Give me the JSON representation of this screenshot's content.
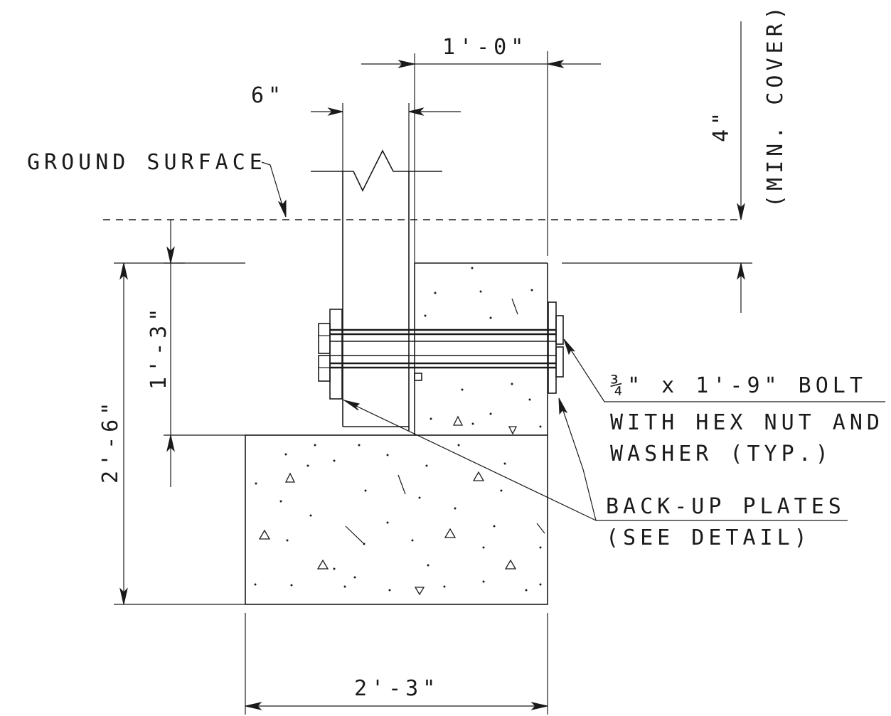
{
  "labels": {
    "ground_surface": "GROUND SURFACE",
    "dim_post_width": "6\"",
    "dim_stem_width": "1'-0\"",
    "dim_min_cover_value": "4\"",
    "dim_min_cover_note": "(MIN. COVER)",
    "dim_stem_height": "1'-3\"",
    "dim_total_height": "2'-6\"",
    "dim_footing_width": "2'-3\"",
    "bolt_size_fraction": "¾",
    "bolt_note_line1_rest": "\" x 1'-9\" BOLT",
    "bolt_note_line2": "WITH HEX NUT AND",
    "bolt_note_line3": "WASHER (TYP.)",
    "backup_note_line1": "BACK-UP PLATES",
    "backup_note_line2": "(SEE DETAIL)"
  },
  "colors": {
    "linework": "#1a1a1a",
    "background": "#ffffff"
  }
}
